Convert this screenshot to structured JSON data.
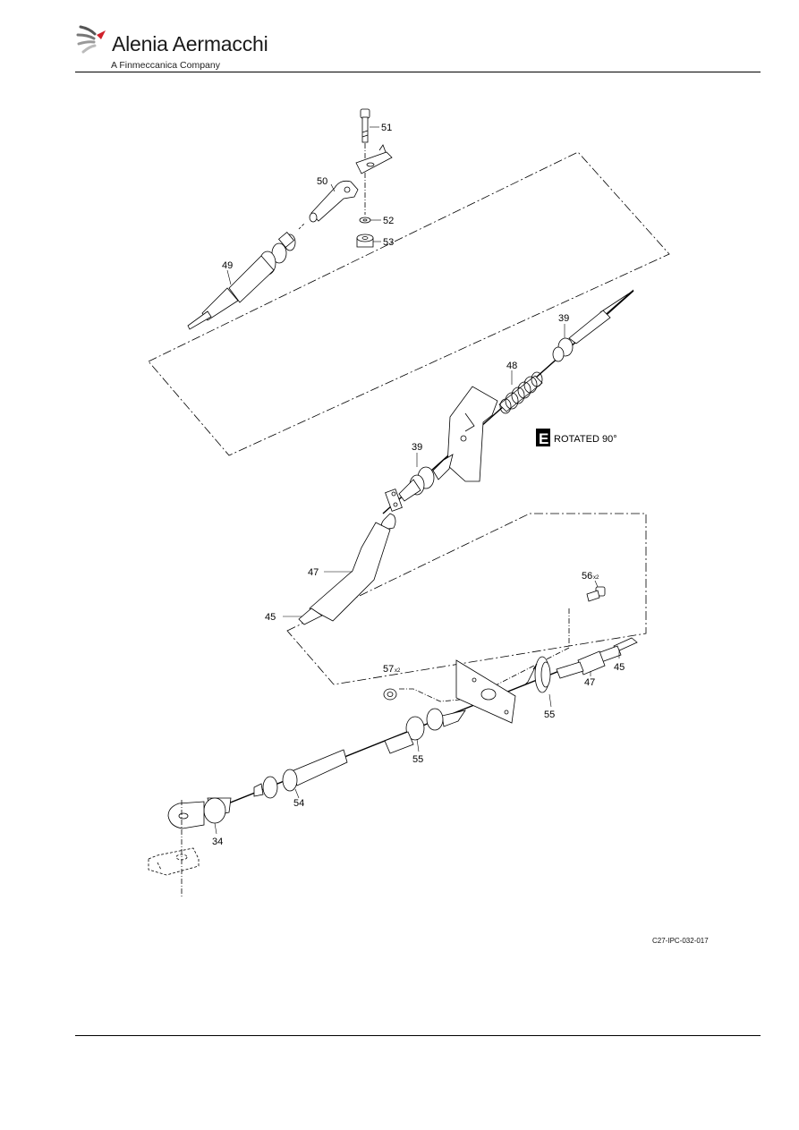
{
  "header": {
    "brand": "Alenia Aermacchi",
    "tagline": "A Finmeccanica Company",
    "logo_icon": "swoosh-logo-icon",
    "accent_color": "#d0202a"
  },
  "drawing": {
    "callouts": {
      "c51": "51",
      "c50": "50",
      "c52": "52",
      "c53": "53",
      "c49": "49",
      "c39a": "39",
      "c48": "48",
      "c39b": "39",
      "c47a": "47",
      "c45a": "45",
      "c56": "56",
      "c57": "57",
      "c55a": "55",
      "c47b": "47",
      "c45b": "45",
      "c55b": "55",
      "c54": "54",
      "c34": "34"
    },
    "qty_56": "x2",
    "qty_57": "x2",
    "view_letter": "E",
    "view_note": "ROTATED 90°",
    "figure_ref": "C27-IPC-032-017"
  }
}
